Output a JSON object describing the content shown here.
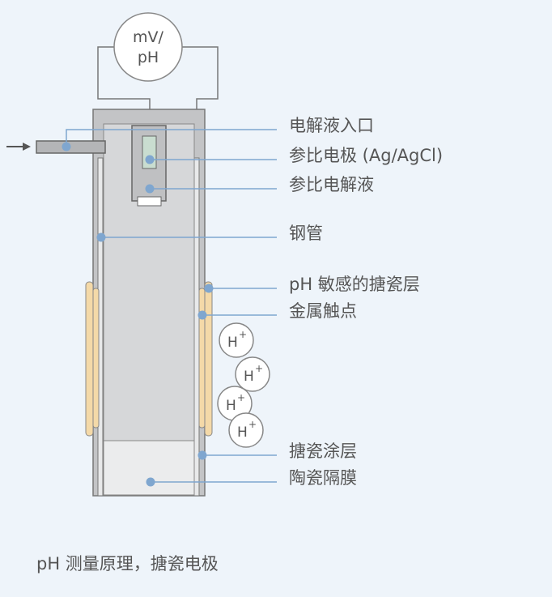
{
  "meter": {
    "line1": "mV/",
    "line2": "pH"
  },
  "labels": {
    "electrolyte_inlet": "电解液入口",
    "reference_electrode": "参比电极 (Ag/AgCl)",
    "reference_electrolyte": "参比电解液",
    "steel_tube": "钢管",
    "ph_sensitive_enamel": "pH 敏感的搪瓷层",
    "metal_contact": "金属触点",
    "enamel_coating": "搪瓷涂层",
    "ceramic_diaphragm": "陶瓷隔膜"
  },
  "ions": [
    {
      "base": "H",
      "sup": "+"
    },
    {
      "base": "H",
      "sup": "+"
    },
    {
      "base": "H",
      "sup": "+"
    },
    {
      "base": "H",
      "sup": "+"
    }
  ],
  "caption": "pH 测量原理，搪瓷电极",
  "colors": {
    "background": "#eef4fa",
    "body_gray": "#c3c4c6",
    "inner_gray": "#d6d7d9",
    "enamel_strip": "#f4d9a8",
    "leader": "#7fa6cf",
    "dot": "#7fa6cf",
    "outline": "#666666"
  }
}
